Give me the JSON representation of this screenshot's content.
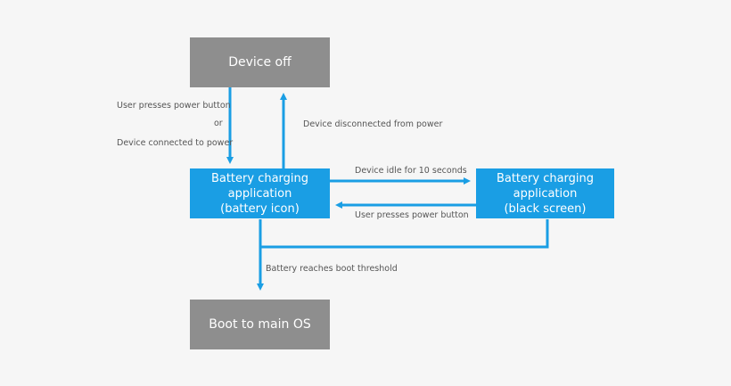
{
  "colors": {
    "background": "#f6f6f6",
    "gray_box": "#8e8e8e",
    "blue_box": "#1a9ee4",
    "arrow": "#1a9ee4",
    "label_text": "#555555"
  },
  "nodes": {
    "device_off": "Device off",
    "charging_icon": [
      "Battery charging",
      "application",
      "(battery icon)"
    ],
    "charging_black": [
      "Battery charging",
      "application",
      "(black screen)"
    ],
    "boot_main": "Boot to main OS"
  },
  "edges": {
    "power_on_1": "User presses power button",
    "power_on_or": "or",
    "power_on_2": "Device connected to power",
    "disconnected": "Device disconnected from power",
    "idle": "Device idle for 10 seconds",
    "wake": "User presses power button",
    "boot": "Battery reaches boot threshold"
  }
}
